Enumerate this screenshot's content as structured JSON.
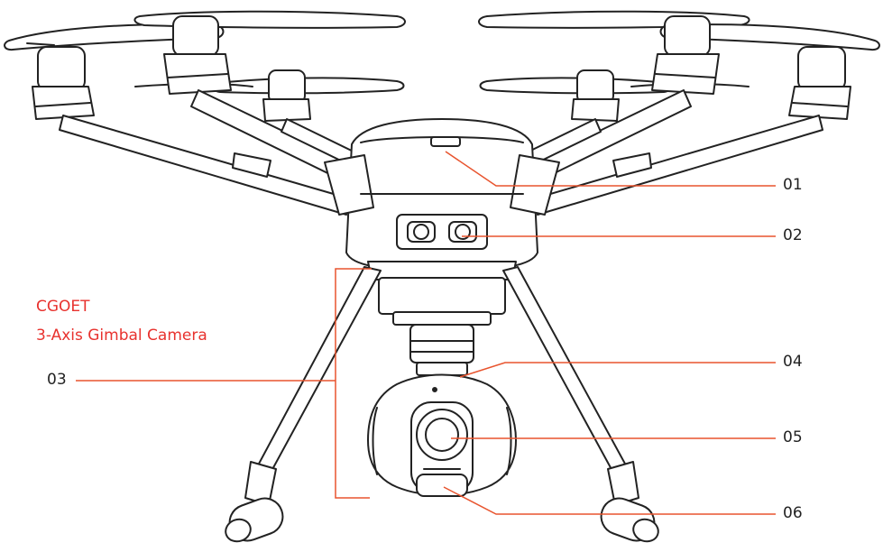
{
  "annotation": {
    "line1": "CGOET",
    "line2": "3-Axis Gimbal Camera"
  },
  "callouts": [
    "01",
    "02",
    "03",
    "04",
    "05",
    "06"
  ],
  "colors": {
    "line": "#222222",
    "leader": "#e8542e",
    "annotation_text": "#e8322e"
  }
}
